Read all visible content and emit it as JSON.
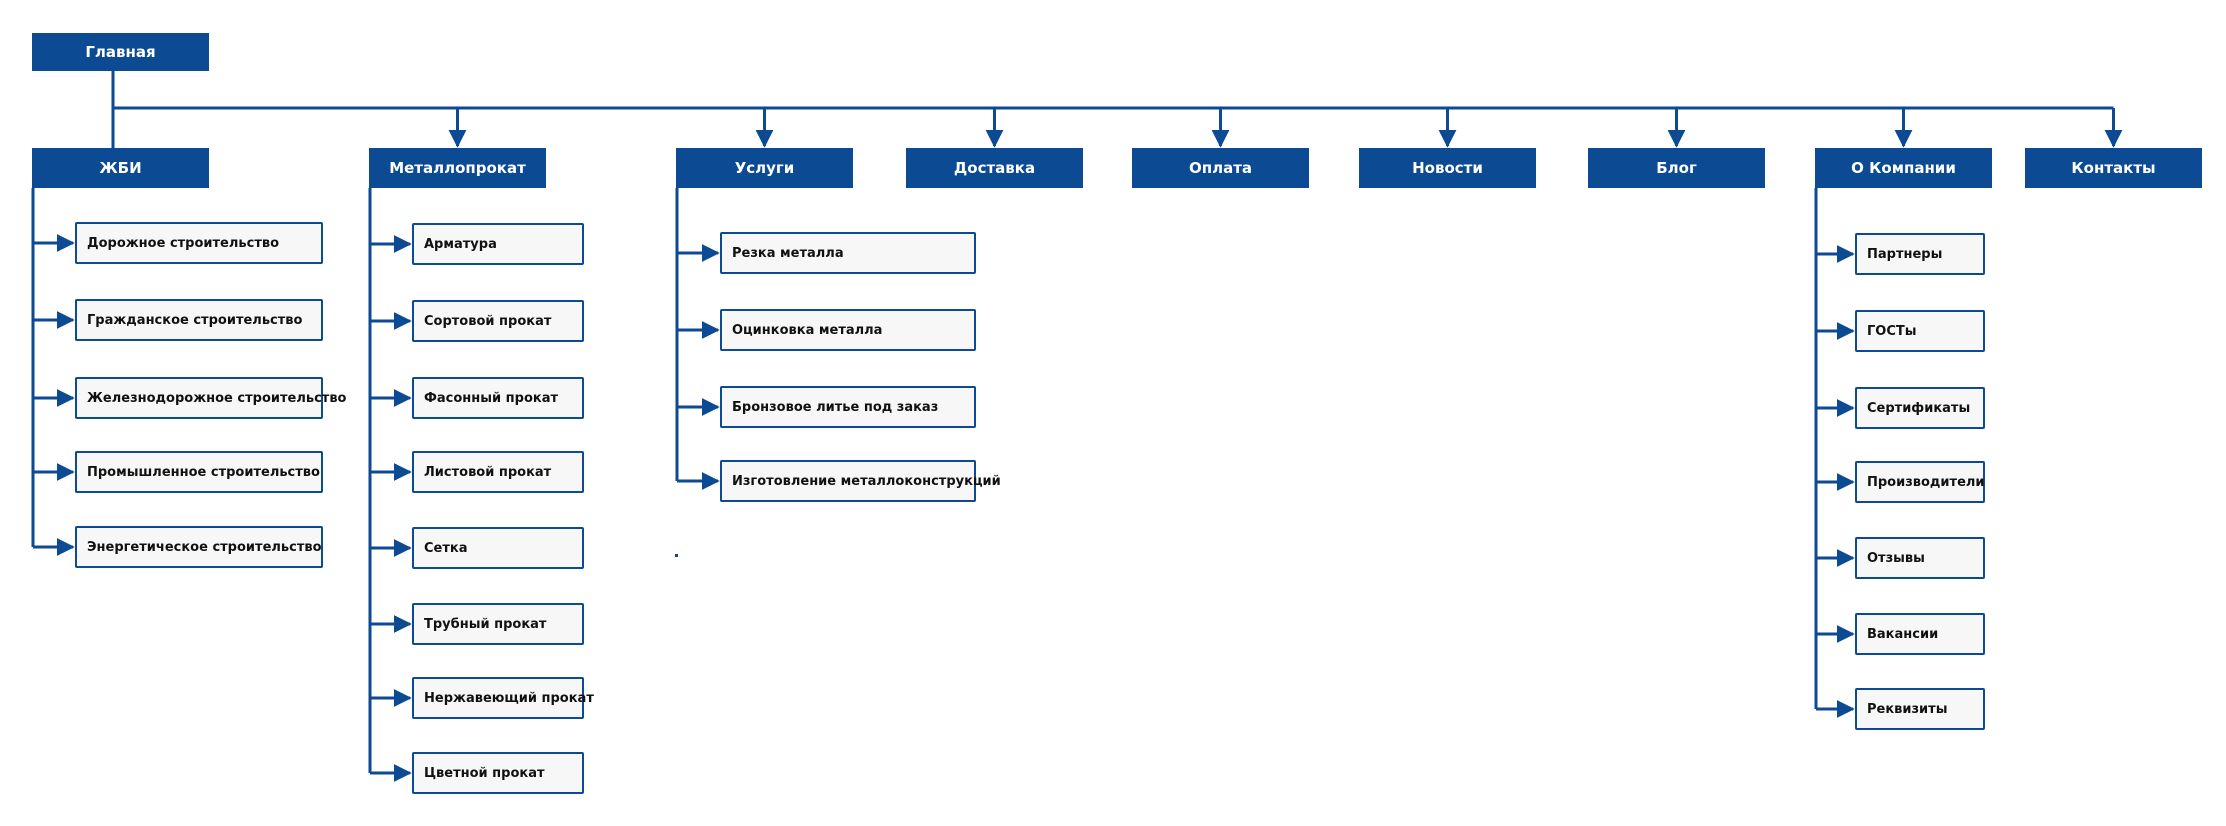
{
  "root": {
    "label": "Главная"
  },
  "colors": {
    "primary": "#0c4a93",
    "box_fill": "#f7f7f7",
    "text_dark": "#111111"
  },
  "sections": [
    {
      "label": "ЖБИ",
      "children": [
        "Дорожное строительство",
        "Гражданское строительство",
        "Железнодорожное строительство",
        "Промышленное строительство",
        "Энергетическое строительство"
      ]
    },
    {
      "label": "Металлопрокат",
      "children": [
        "Арматура",
        "Сортовой прокат",
        "Фасонный прокат",
        "Листовой прокат",
        "Сетка",
        "Трубный прокат",
        "Нержавеющий прокат",
        "Цветной прокат"
      ]
    },
    {
      "label": "Услуги",
      "children": [
        "Резка металла",
        "Оцинковка металла",
        "Бронзовое литье под заказ",
        "Изготовление металлоконструкций"
      ]
    },
    {
      "label": "Доставка",
      "children": []
    },
    {
      "label": "Оплата",
      "children": []
    },
    {
      "label": "Новости",
      "children": []
    },
    {
      "label": "Блог",
      "children": []
    },
    {
      "label": "О Компании",
      "children": [
        "Партнеры",
        "ГОСТы",
        "Сертификаты",
        "Производители",
        "Отзывы",
        "Вакансии",
        "Реквизиты"
      ]
    },
    {
      "label": "Контакты",
      "children": []
    }
  ]
}
